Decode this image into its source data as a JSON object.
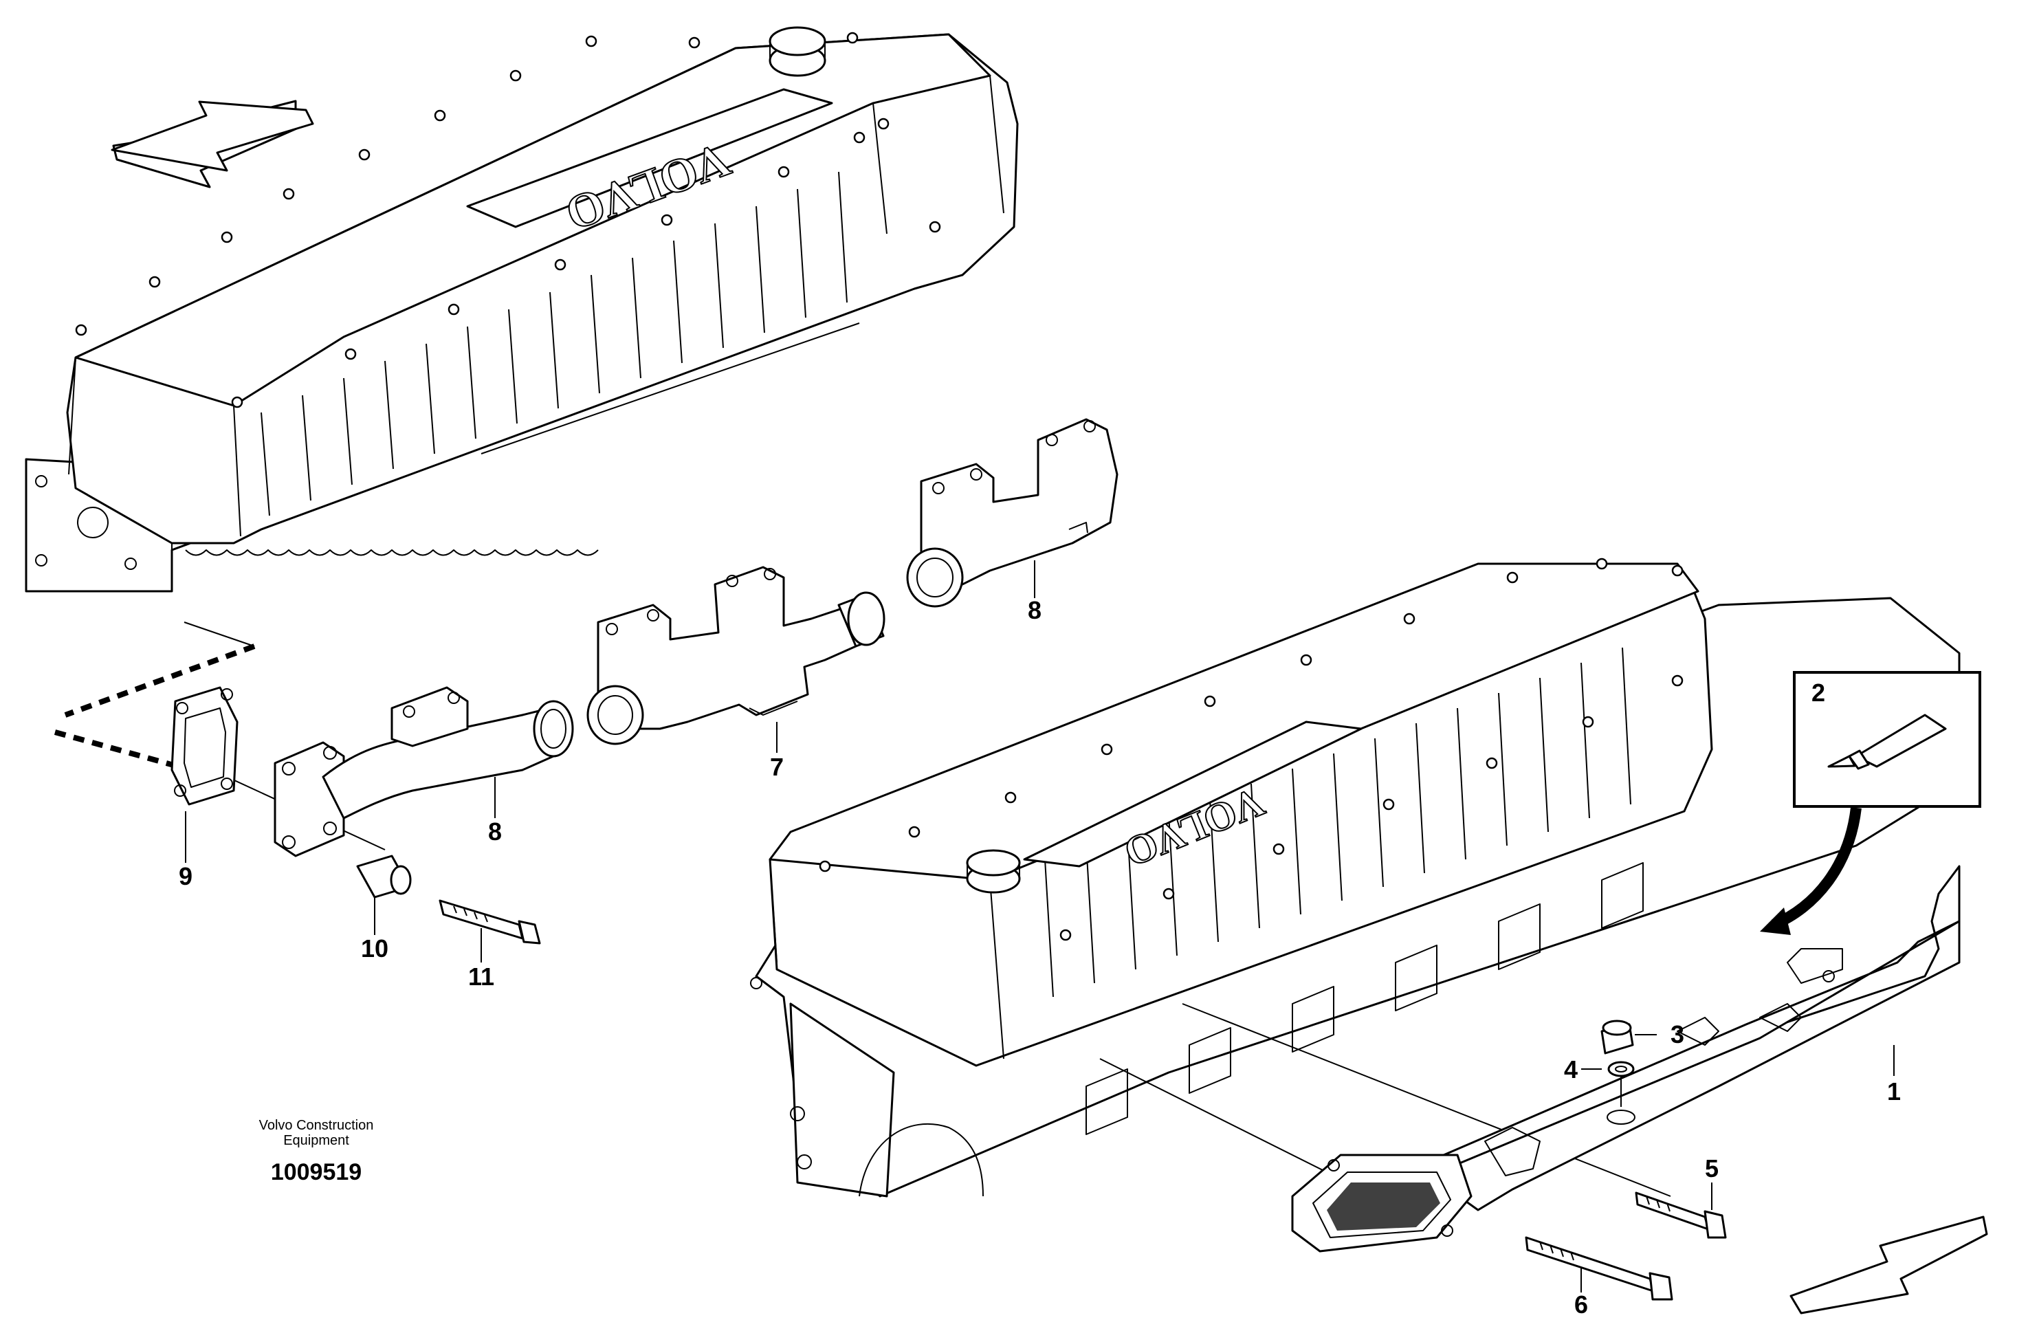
{
  "drawing": {
    "caption": {
      "company": "Volvo Construction Equipment",
      "number": "1009519"
    },
    "brand_text": "VOLVO",
    "callouts": [
      {
        "id": "c1",
        "label": "1"
      },
      {
        "id": "c2",
        "label": "2"
      },
      {
        "id": "c3",
        "label": "3"
      },
      {
        "id": "c4",
        "label": "4"
      },
      {
        "id": "c5",
        "label": "5"
      },
      {
        "id": "c6",
        "label": "6"
      },
      {
        "id": "c7",
        "label": "7"
      },
      {
        "id": "c8a",
        "label": "8"
      },
      {
        "id": "c8b",
        "label": "8"
      },
      {
        "id": "c9",
        "label": "9"
      },
      {
        "id": "c10",
        "label": "10"
      },
      {
        "id": "c11",
        "label": "11"
      }
    ],
    "icons": [
      "direction-arrow-icon",
      "sealant-tube-icon",
      "curved-arrow-icon"
    ]
  }
}
